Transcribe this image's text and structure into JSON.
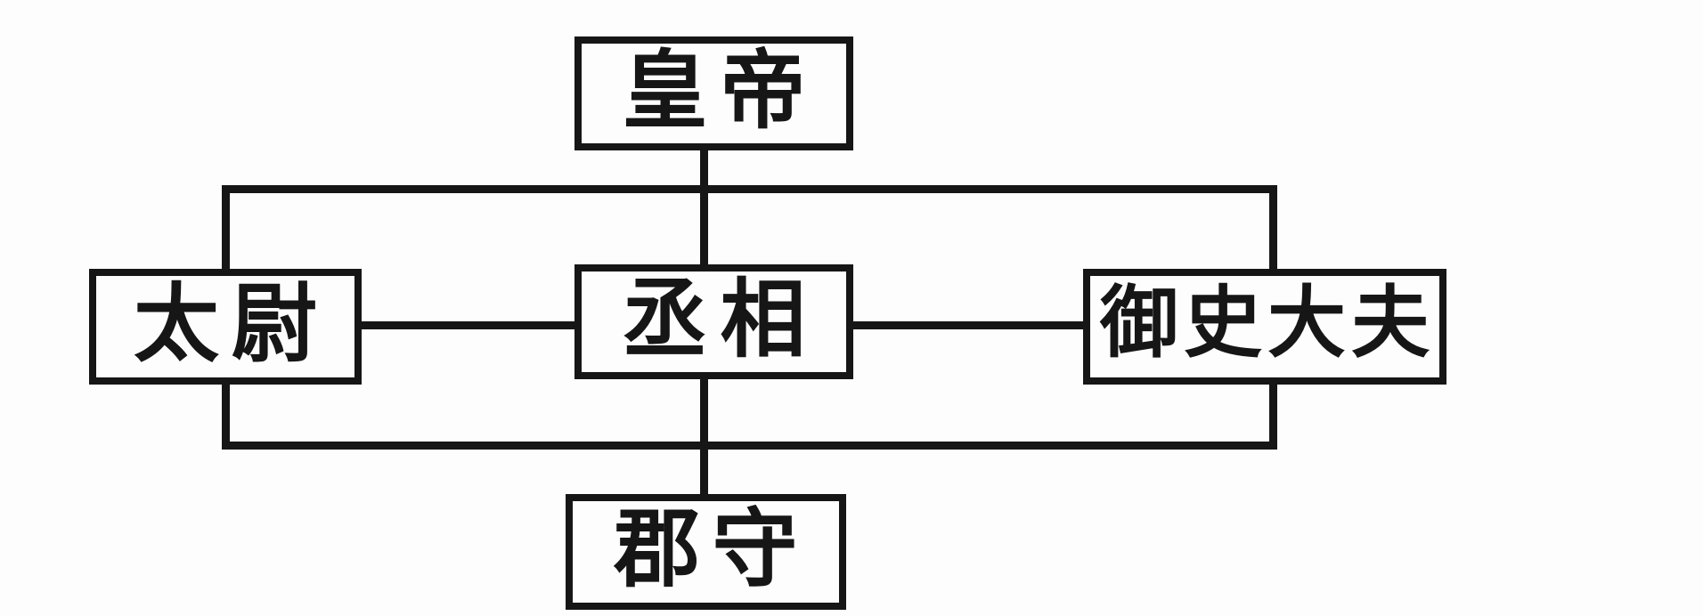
{
  "diagram": {
    "description": "Qin dynasty central government organization chart",
    "colors": {
      "line": "#161616",
      "text": "#161616",
      "background": "#fdfdfd"
    },
    "nodes": [
      {
        "id": "emperor",
        "label": "皇帝"
      },
      {
        "id": "taiwei",
        "label": "太尉"
      },
      {
        "id": "chengxiang",
        "label": "丞相"
      },
      {
        "id": "yushidafu",
        "label": "御史大夫"
      },
      {
        "id": "junshou",
        "label": "郡守"
      }
    ],
    "edges": [
      {
        "from": "皇帝",
        "to": "太尉"
      },
      {
        "from": "皇帝",
        "to": "丞相"
      },
      {
        "from": "皇帝",
        "to": "御史大夫"
      },
      {
        "from": "太尉",
        "to": "丞相"
      },
      {
        "from": "丞相",
        "to": "御史大夫"
      },
      {
        "from": "太尉",
        "to": "郡守"
      },
      {
        "from": "丞相",
        "to": "郡守"
      },
      {
        "from": "御史大夫",
        "to": "郡守"
      }
    ]
  }
}
